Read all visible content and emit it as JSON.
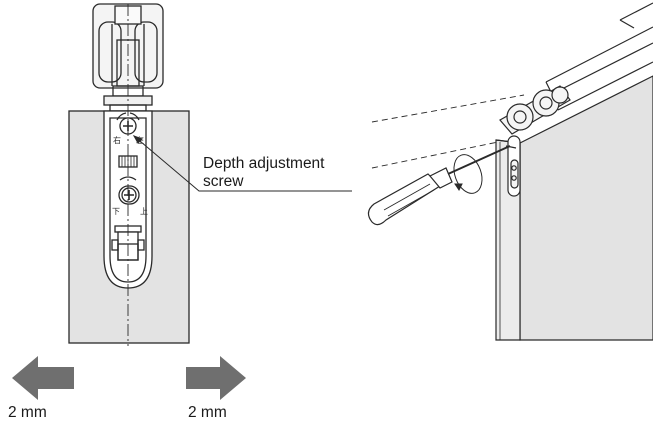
{
  "callout": {
    "line1": "Depth adjustment",
    "line2": "screw"
  },
  "arrows": {
    "left_label": "2 mm",
    "right_label": "2 mm"
  },
  "colors": {
    "panel_gray": "#e3e3e3",
    "arrow_gray": "#6f6f6f",
    "line": "#2a2a2a"
  },
  "icons": [
    "screwdriver",
    "rotation-arrow",
    "left-arrow",
    "right-arrow"
  ]
}
